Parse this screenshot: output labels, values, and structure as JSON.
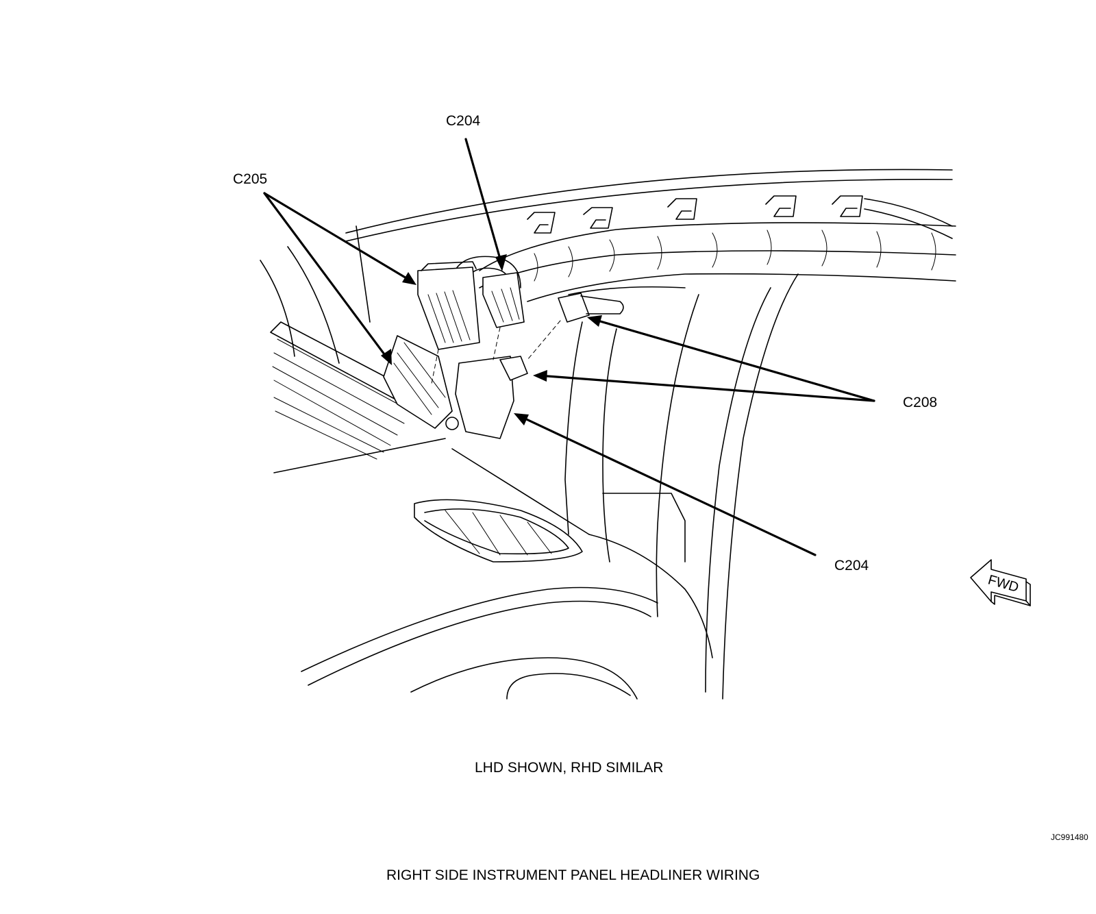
{
  "callouts": {
    "c204_top": "C204",
    "c205": "C205",
    "c208": "C208",
    "c204_lower": "C204"
  },
  "fwd_label": "FWD",
  "note": "LHD SHOWN, RHD SIMILAR",
  "figure_id": "JC991480",
  "title": "RIGHT SIDE INSTRUMENT PANEL HEADLINER WIRING"
}
